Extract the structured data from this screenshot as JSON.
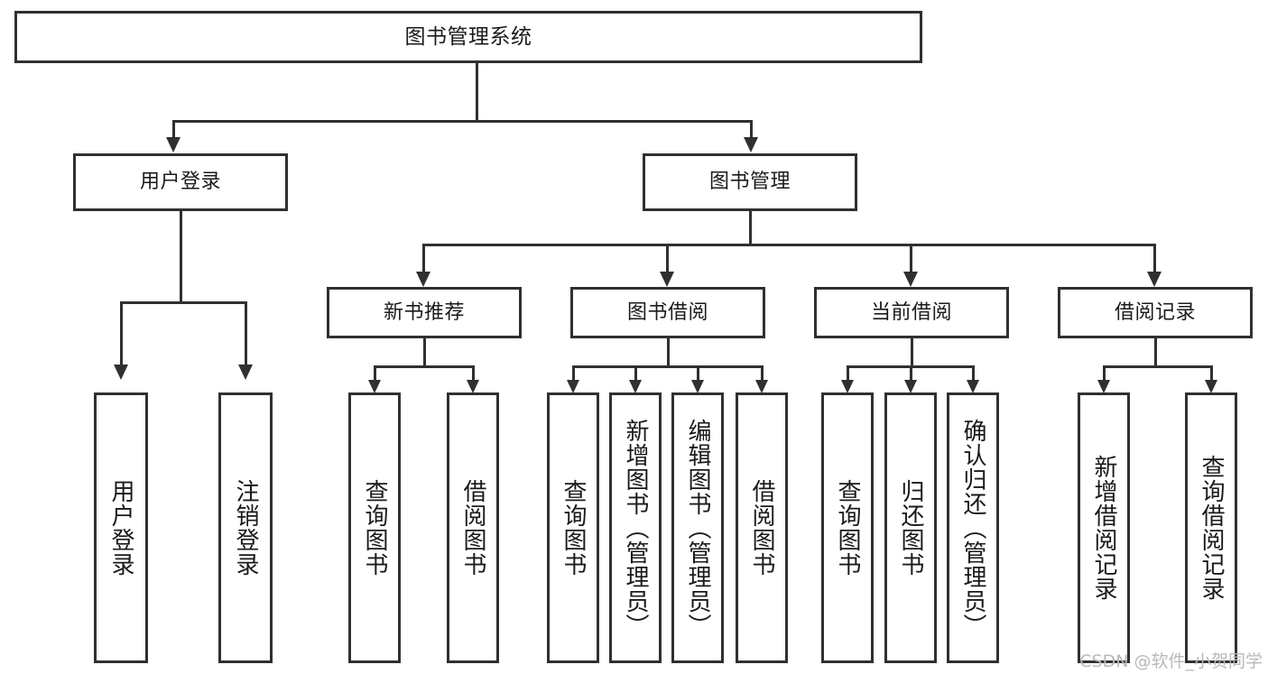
{
  "diagram": {
    "type": "tree-hierarchy-chart",
    "title": "图书管理系统",
    "colors": {
      "stroke": "#303030",
      "fill": "#ffffff",
      "text": "#1a1a1a",
      "watermark": "#b9b9b9",
      "background": "#ffffff"
    },
    "root": {
      "label": "图书管理系统"
    },
    "level1": [
      {
        "id": "user-login",
        "label": "用户登录"
      },
      {
        "id": "book-management",
        "label": "图书管理"
      }
    ],
    "level2": [
      {
        "id": "new-book-recommend",
        "label": "新书推荐",
        "parent": "book-management"
      },
      {
        "id": "book-borrow",
        "label": "图书借阅",
        "parent": "book-management"
      },
      {
        "id": "current-borrow",
        "label": "当前借阅",
        "parent": "book-management"
      },
      {
        "id": "borrow-record",
        "label": "借阅记录",
        "parent": "book-management"
      }
    ],
    "leaves": {
      "user-login": [
        {
          "id": "leaf-user-login",
          "label": "用户登录"
        },
        {
          "id": "leaf-user-logout",
          "label": "注销登录"
        }
      ],
      "new-book-recommend": [
        {
          "id": "leaf-query-book-1",
          "label": "查询图书"
        },
        {
          "id": "leaf-borrow-book-1",
          "label": "借阅图书"
        }
      ],
      "book-borrow": [
        {
          "id": "leaf-query-book-2",
          "label": "查询图书"
        },
        {
          "id": "leaf-add-book",
          "label": "新增图书（管理员）"
        },
        {
          "id": "leaf-edit-book",
          "label": "编辑图书（管理员）"
        },
        {
          "id": "leaf-borrow-book-2",
          "label": "借阅图书"
        }
      ],
      "current-borrow": [
        {
          "id": "leaf-query-book-3",
          "label": "查询图书"
        },
        {
          "id": "leaf-return-book",
          "label": "归还图书"
        },
        {
          "id": "leaf-confirm-return",
          "label": "确认归还（管理员）"
        }
      ],
      "borrow-record": [
        {
          "id": "leaf-add-record",
          "label": "新增借阅记录"
        },
        {
          "id": "leaf-query-record",
          "label": "查询借阅记录"
        }
      ]
    }
  },
  "watermark": {
    "text": "CSDN @软件_小贺同学"
  }
}
